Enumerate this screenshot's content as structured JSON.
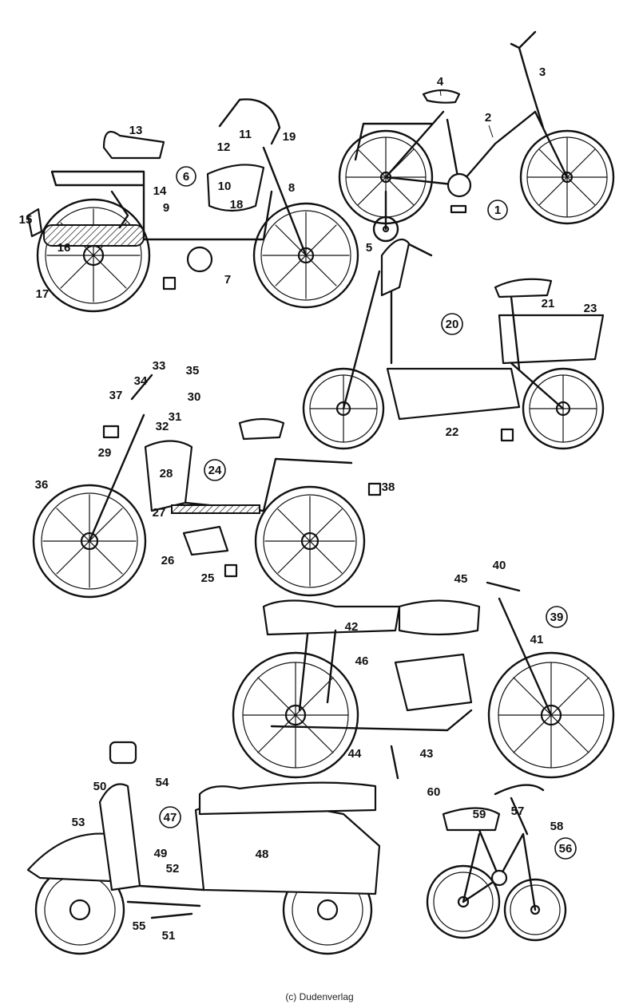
{
  "credit": "(c) Dudenverlag",
  "vehicles": [
    {
      "ref": "1",
      "parts": [
        "2",
        "3",
        "4",
        "5"
      ]
    },
    {
      "ref": "6",
      "parts": [
        "7",
        "8",
        "9",
        "10",
        "11",
        "12",
        "13",
        "14",
        "15",
        "16",
        "17",
        "18",
        "19"
      ]
    },
    {
      "ref": "20",
      "parts": [
        "21",
        "22",
        "23"
      ]
    },
    {
      "ref": "24",
      "parts": [
        "25",
        "26",
        "27",
        "28",
        "29",
        "30",
        "31",
        "32",
        "33",
        "34",
        "35",
        "36",
        "37",
        "38"
      ]
    },
    {
      "ref": "39",
      "parts": [
        "40",
        "41",
        "42",
        "43",
        "44",
        "45",
        "46"
      ]
    },
    {
      "ref": "47",
      "parts": [
        "48",
        "49",
        "50",
        "51",
        "52",
        "53",
        "54",
        "55"
      ]
    },
    {
      "ref": "56",
      "parts": [
        "57",
        "58",
        "59",
        "60"
      ]
    }
  ]
}
